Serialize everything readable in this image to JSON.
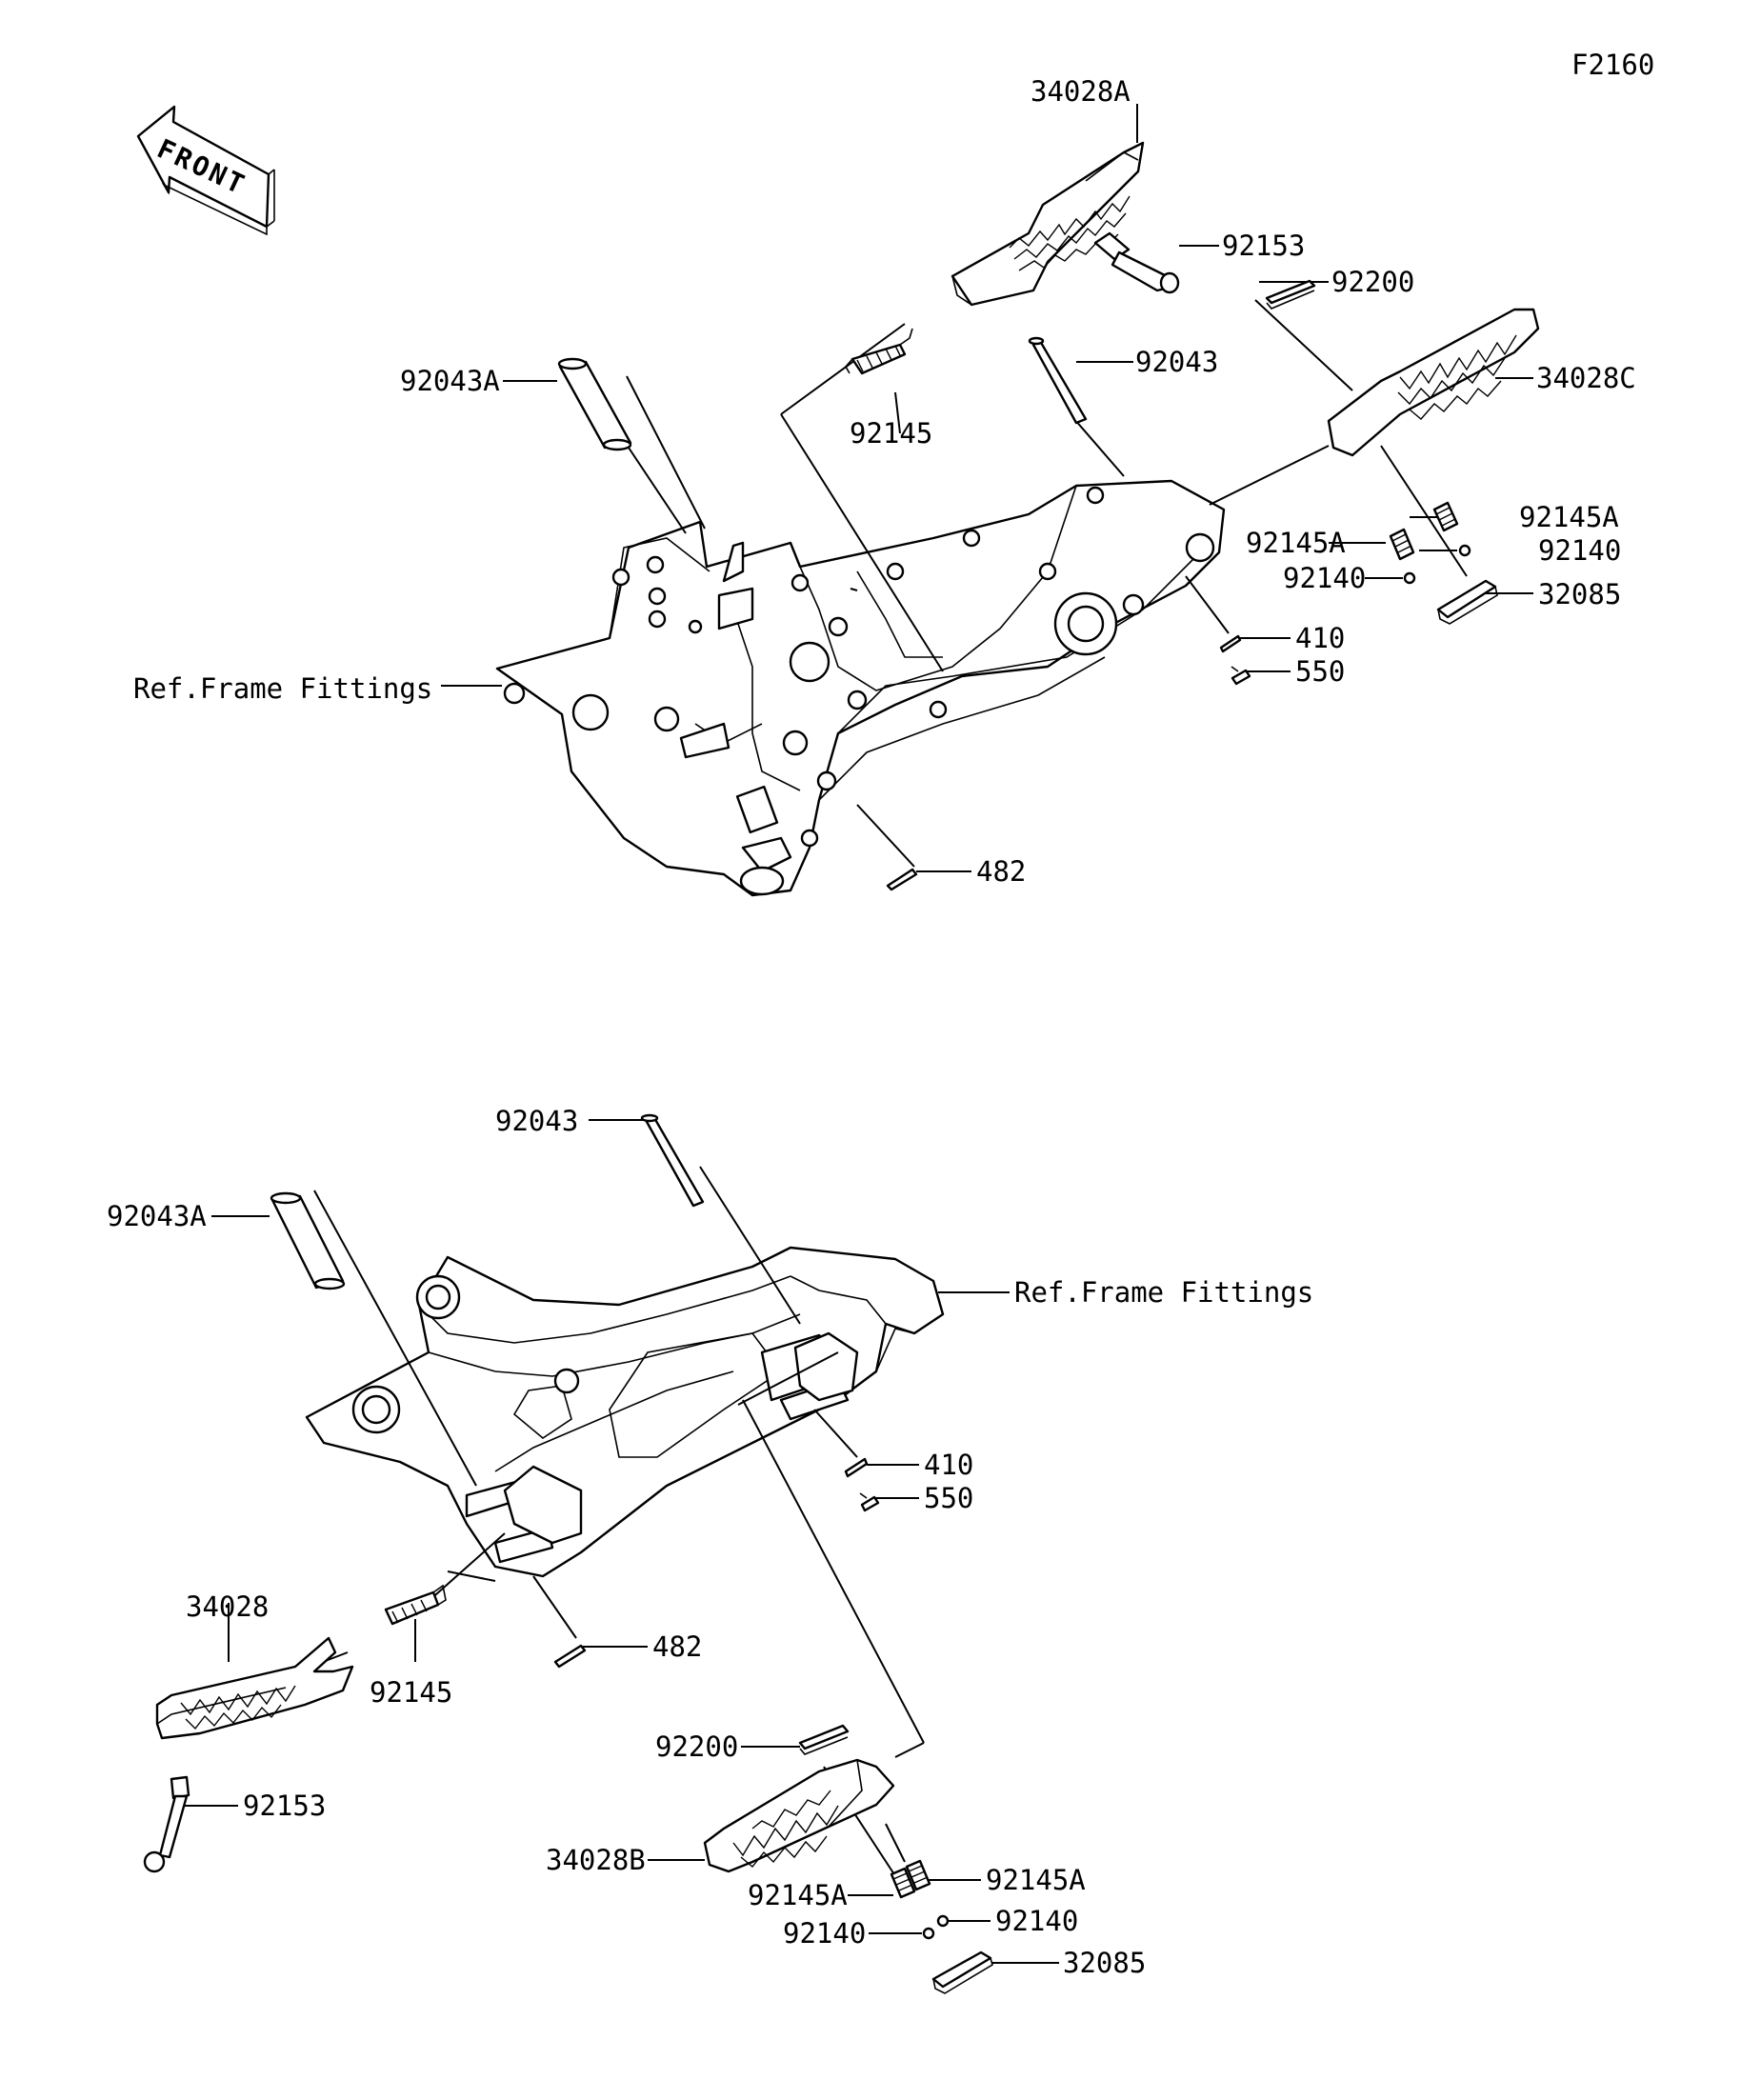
{
  "figure_code": "F2160",
  "front_arrow": "FRONT",
  "top": {
    "ref_frame": "Ref.Frame Fittings",
    "labels": {
      "p34028A": "34028A",
      "p92153": "92153",
      "p92200": "92200",
      "p92043": "92043",
      "p34028C": "34028C",
      "p92043A": "92043A",
      "p92145": "92145",
      "p92145A_r": "92145A",
      "p92145A_l": "92145A",
      "p92140_r": "92140",
      "p92140_l": "92140",
      "p32085": "32085",
      "p410": "410",
      "p550": "550",
      "p482": "482"
    }
  },
  "bottom": {
    "ref_frame": "Ref.Frame Fittings",
    "labels": {
      "p92043": "92043",
      "p92043A": "92043A",
      "p410": "410",
      "p550": "550",
      "p34028": "34028",
      "p482": "482",
      "p92145": "92145",
      "p92153": "92153",
      "p92200": "92200",
      "p34028B": "34028B",
      "p92145A_r": "92145A",
      "p92145A_l": "92145A",
      "p92140_r": "92140",
      "p92140_l": "92140",
      "p32085": "32085"
    }
  }
}
